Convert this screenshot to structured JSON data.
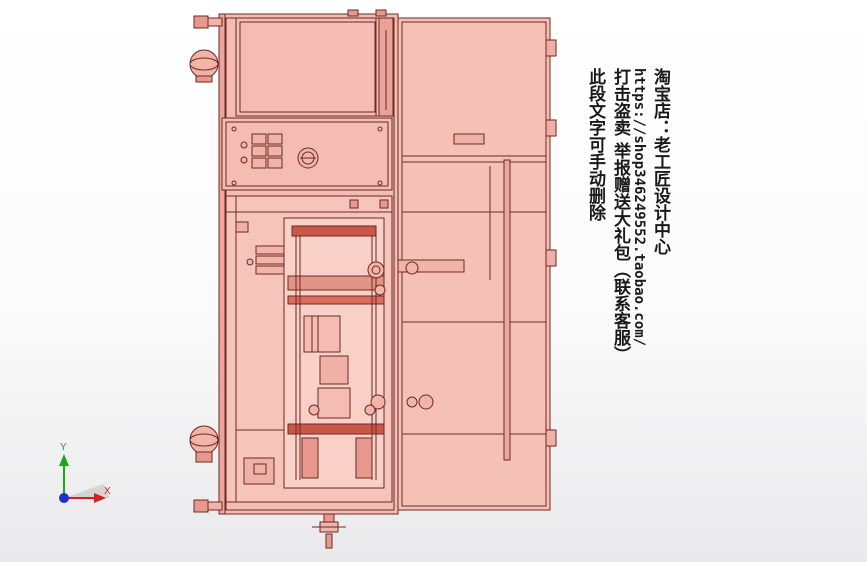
{
  "viewport": {
    "background": "#fdfdfd",
    "line_color": "#6b2a24",
    "fill_color": "#f2b3a8",
    "accent_red": "#c0392b"
  },
  "watermark": {
    "lines": [
      "淘宝店：老工匠设计中心",
      "https://shop346249552.taobao.com/",
      "打击盗卖 举报赠送大礼包（联系客服）",
      "此段文字可手动删除"
    ]
  },
  "axis_triad": {
    "x_label": "X",
    "y_label": "Y",
    "x_color": "#d62020",
    "y_color": "#1fa61f",
    "z_color": "#1d2fd6"
  }
}
